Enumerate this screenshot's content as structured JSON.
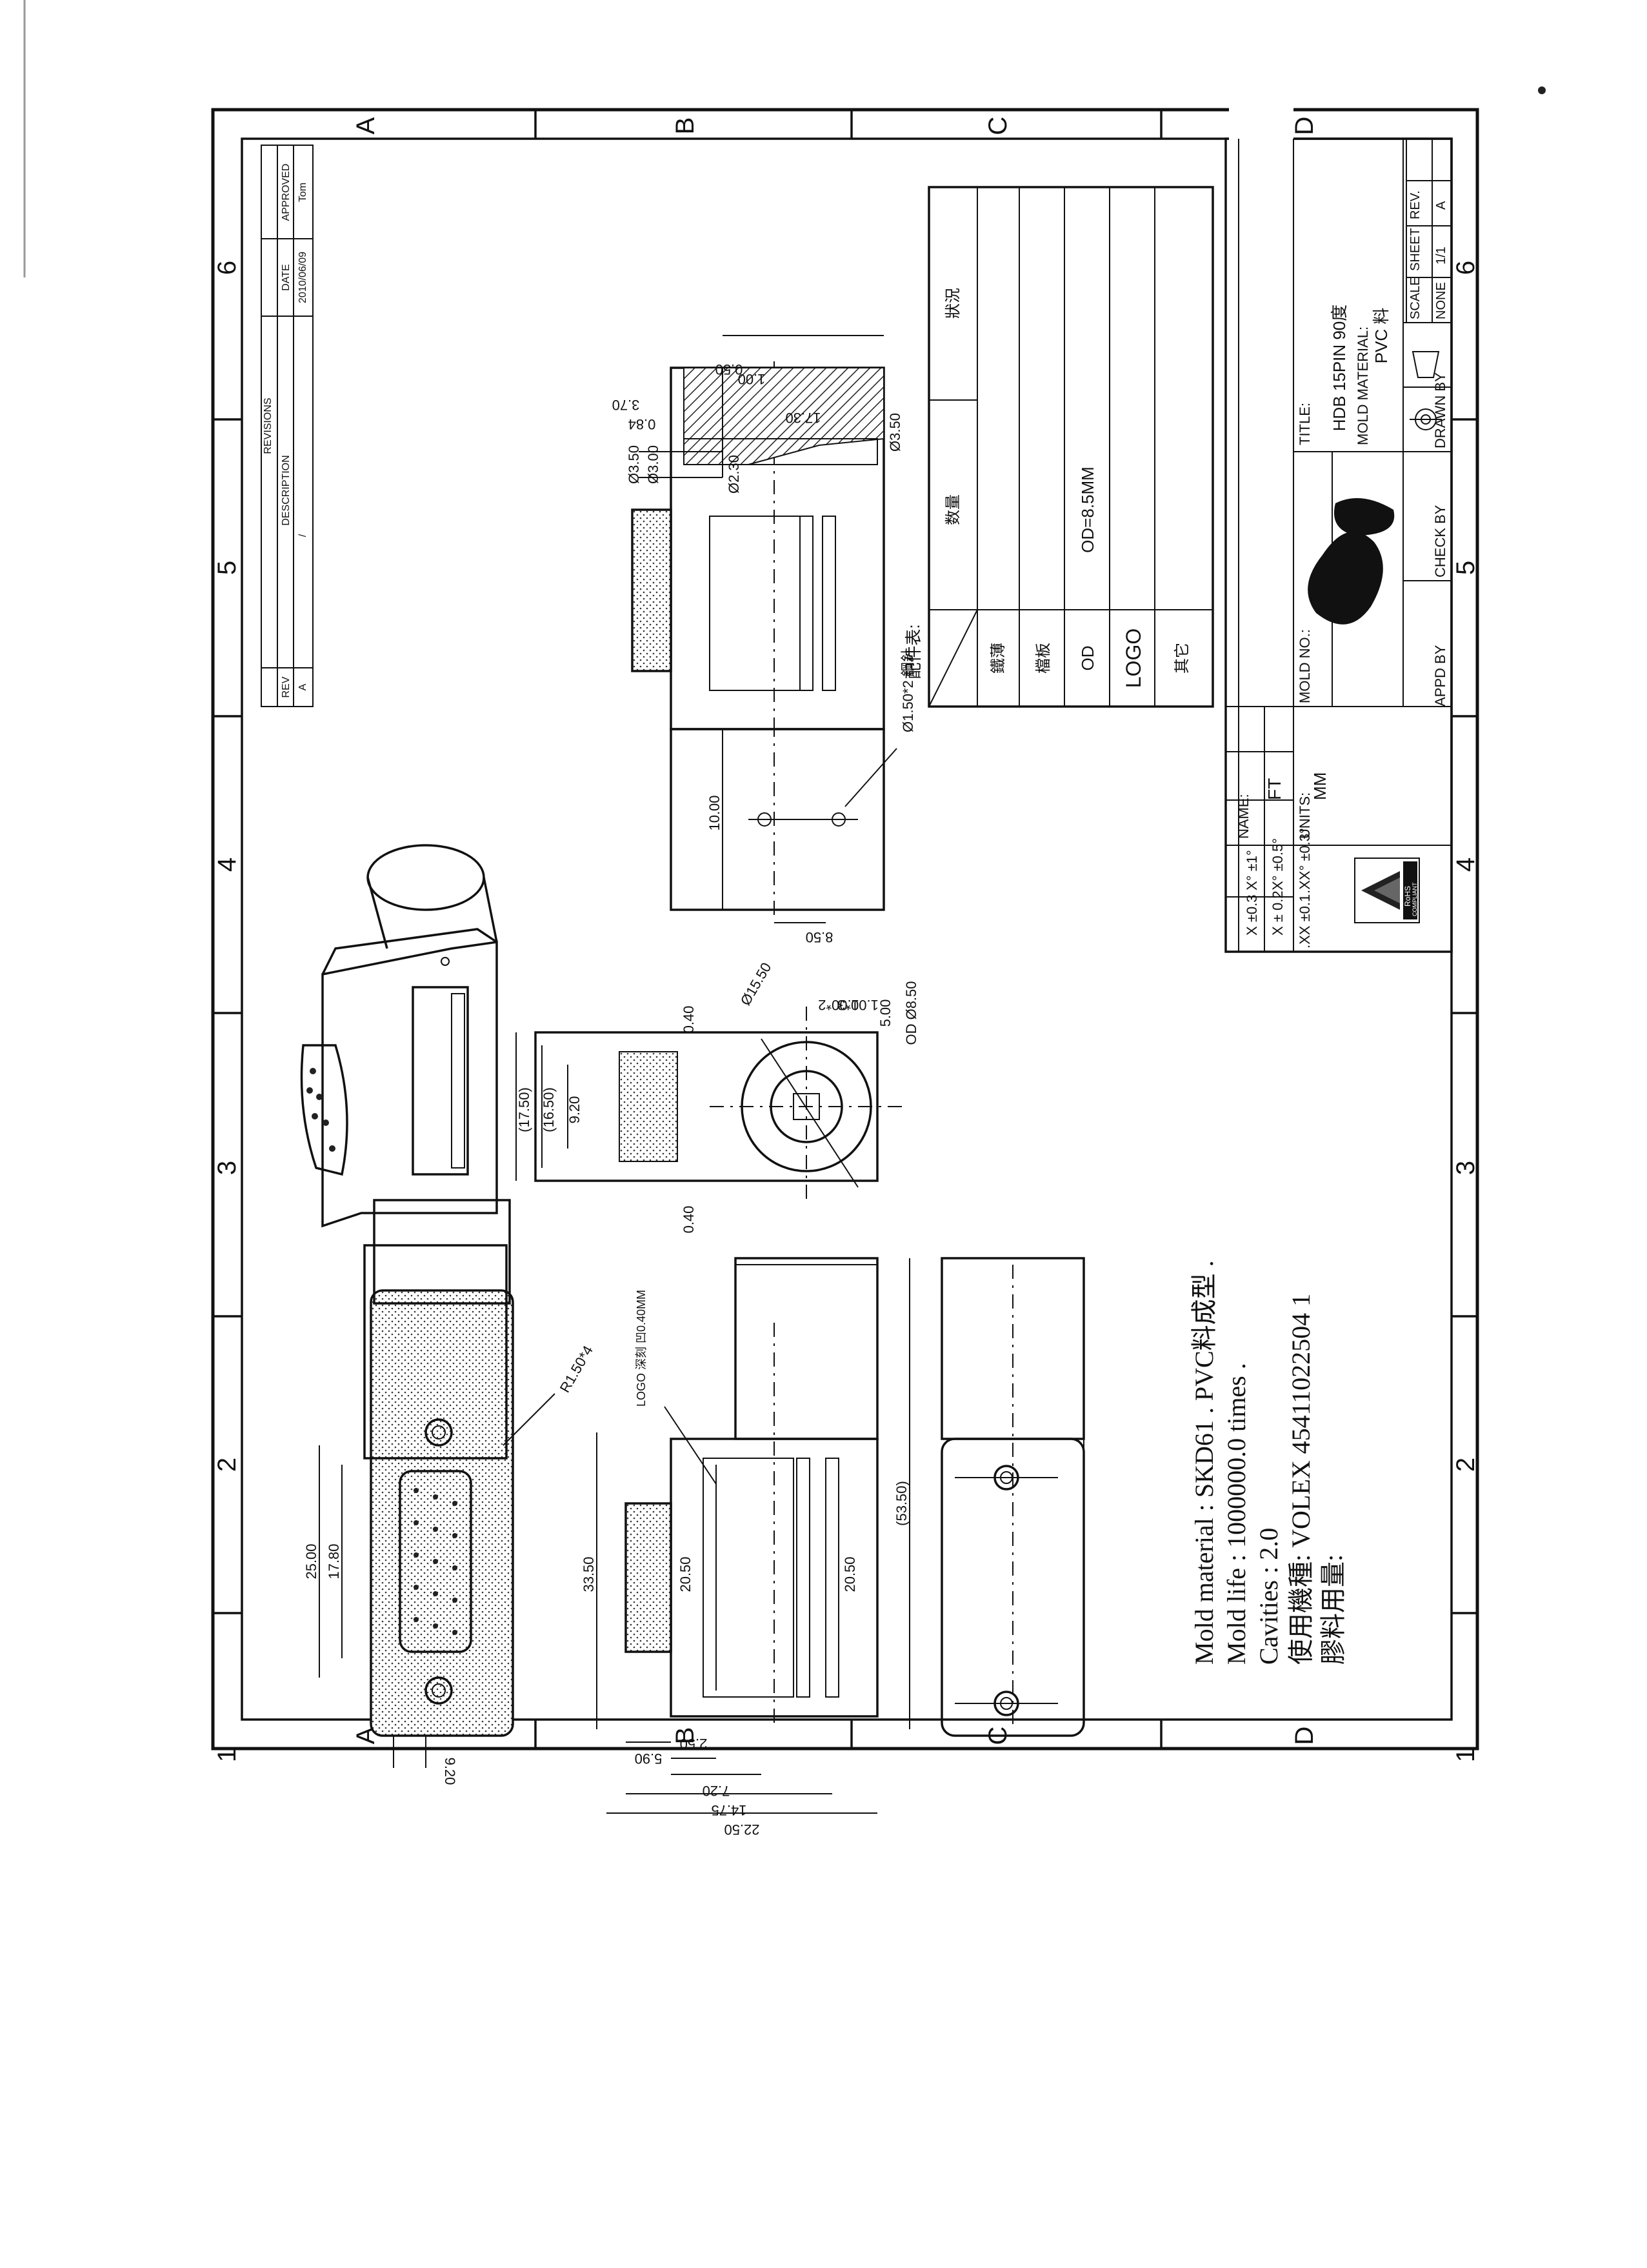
{
  "zones": {
    "letters": [
      "A",
      "B",
      "C",
      "D"
    ],
    "numbers": [
      "1",
      "2",
      "3",
      "4",
      "5",
      "6"
    ]
  },
  "revisions": {
    "header": "REVISIONS",
    "columns": [
      "REV",
      "DESCRIPTION",
      "DATE",
      "APPROVED"
    ],
    "row": {
      "rev": "A",
      "description": "/",
      "date": "2010/06/09",
      "approved": "Tom"
    }
  },
  "parts_table": {
    "caption": "配件表:",
    "headers": [
      "数量",
      "狀況"
    ],
    "rows": [
      {
        "item": "鐵薄",
        "qty": "",
        "status": ""
      },
      {
        "item": "檔板",
        "qty": "",
        "status": ""
      },
      {
        "item": "OD",
        "qty": "OD=8.5MM",
        "status": ""
      },
      {
        "item": "LOGO",
        "qty": "",
        "status": ""
      },
      {
        "item": "其它",
        "qty": "",
        "status": ""
      }
    ]
  },
  "title_block": {
    "tolerances": [
      "X ±0.3",
      "X° ±1°",
      "X ± 0.2",
      "X° ±0.5°",
      ".XX ±0.1",
      ".XX° ±0.3°"
    ],
    "name_label": "NAME:",
    "name_value": "FT",
    "units_label": "UNITS:",
    "units_value": "MM",
    "mold_no_label": "MOLD NO.:",
    "title_label": "TITLE:",
    "title_value": "HDB 15PIN 90度",
    "mold_material_label": "MOLD MATERIAL:",
    "mold_material_value": "PVC 料",
    "scale_label": "SCALE",
    "scale_value": "NONE",
    "sheet_label": "SHEET",
    "sheet_value": "1/1",
    "rev_label": "REV.",
    "rev_value": "A",
    "appd_by": "APPD BY",
    "check_by": "CHECK BY",
    "drawn_by": "DRAWN BY",
    "rohs_line1": "RoHS",
    "rohs_line2": "COMPLIANT"
  },
  "notes": [
    "Mold material : SKD61 . PVC料成型 .",
    "Mold life : 1000000.0 times .",
    "Cavities : 2.0",
    "使用機種: VOLEX 45411022504 1",
    "膠料用量:"
  ],
  "dimensions": {
    "front_view": [
      "25.00",
      "17.80",
      "9.20",
      "R1.50*4"
    ],
    "side_view": [
      "33.50",
      "20.50",
      "20.50",
      "(53.50)",
      "5.90",
      "2.50",
      "7.20",
      "14.75",
      "22.50",
      "LOGO 深刻 凹0.40MM"
    ],
    "end_view": [
      "(17.50)",
      "(16.50)",
      "9.20",
      "0.40",
      "0.40",
      "Ø15.50",
      "1.00*2",
      "1.00*3",
      "5.00",
      "OD Ø8.50"
    ],
    "top_view": [
      "10.00",
      "8.50",
      "Ø1.50*2 鋼針"
    ],
    "section_view": [
      "Ø3.50",
      "Ø3.00",
      "Ø2.30",
      "3.70",
      "0.84",
      "0.50",
      "1.00",
      "17.30",
      "Ø3.50"
    ]
  }
}
